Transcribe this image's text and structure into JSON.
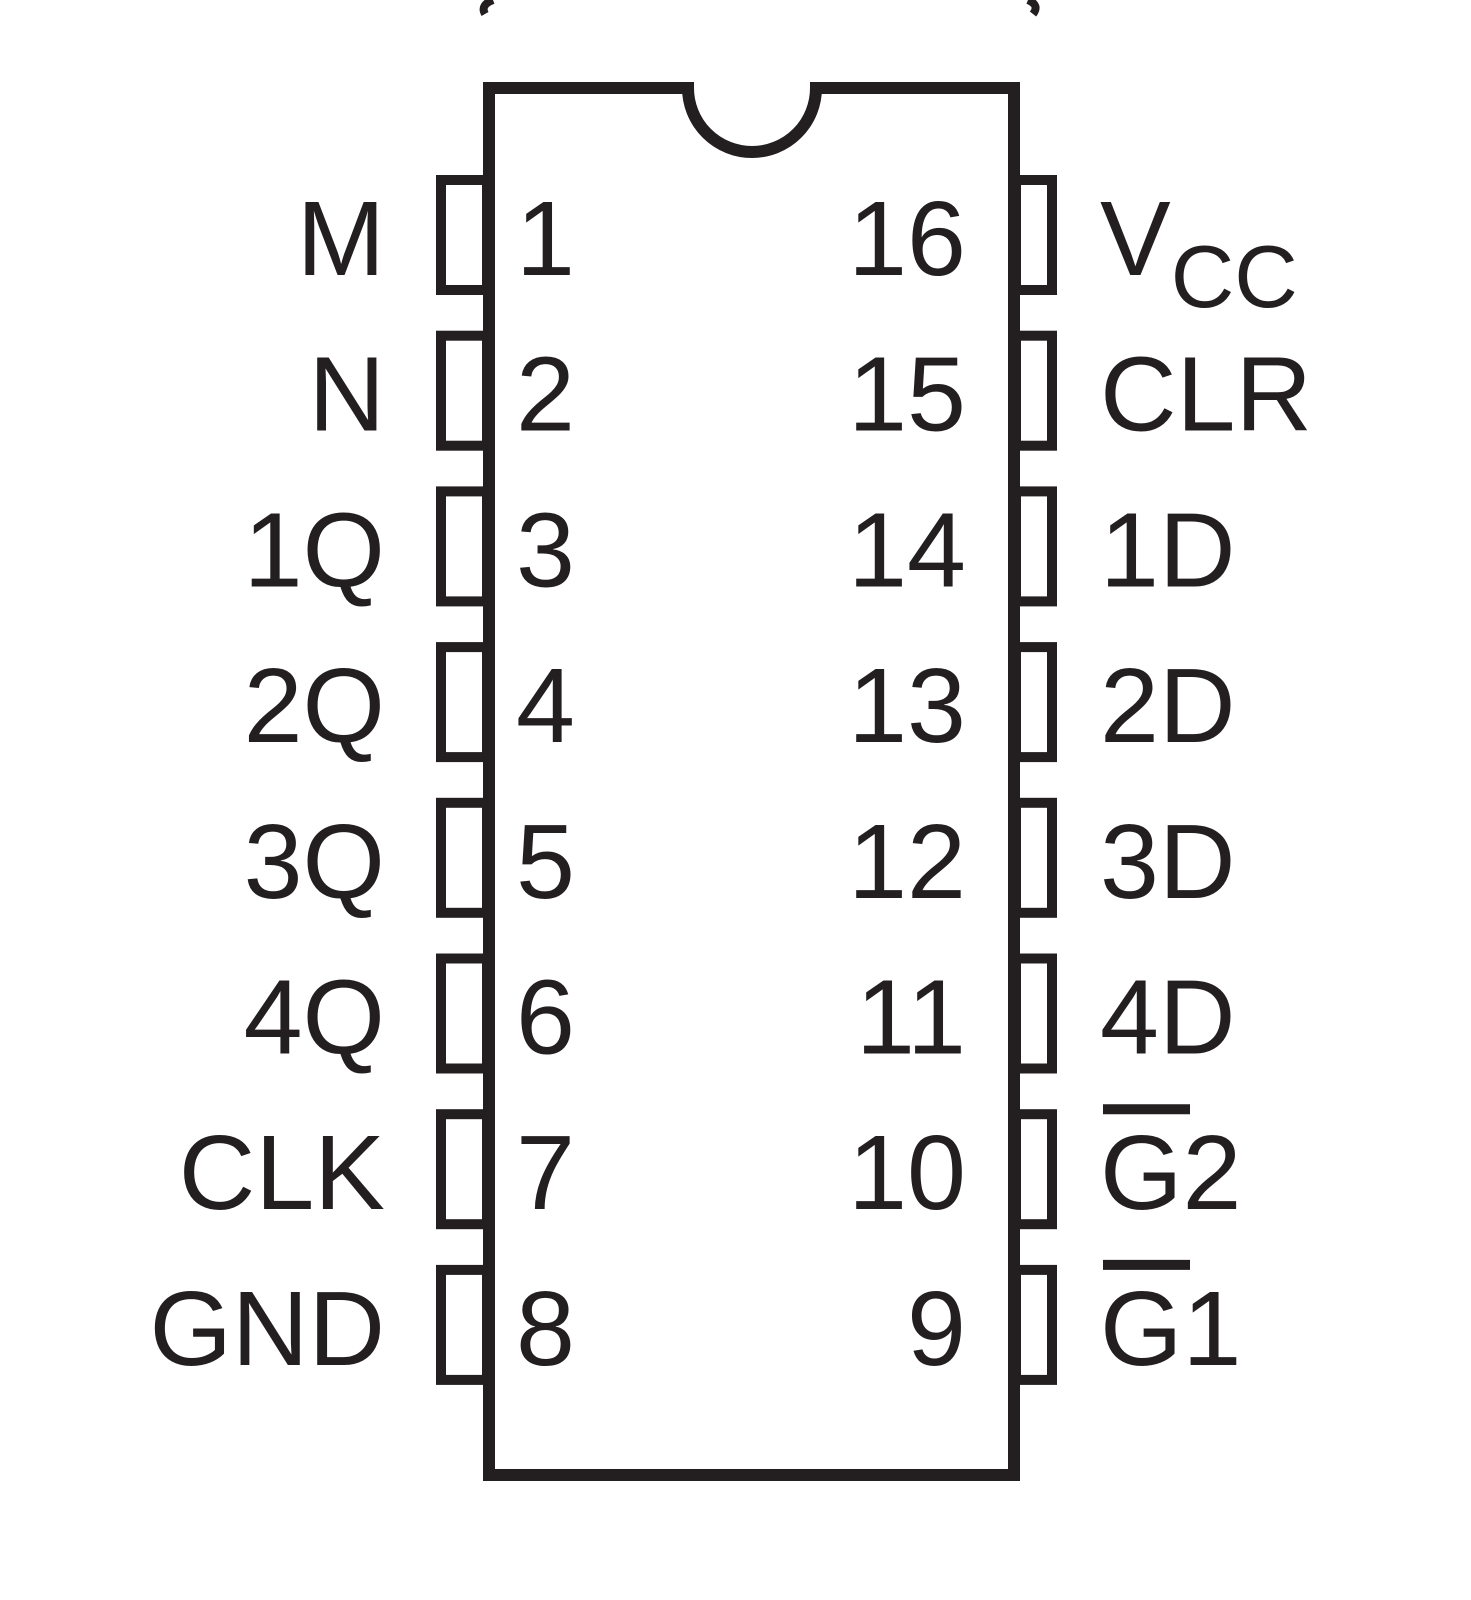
{
  "pins": {
    "left": [
      {
        "number": "1",
        "name": "M"
      },
      {
        "number": "2",
        "name": "N"
      },
      {
        "number": "3",
        "name": "1Q"
      },
      {
        "number": "4",
        "name": "2Q"
      },
      {
        "number": "5",
        "name": "3Q"
      },
      {
        "number": "6",
        "name": "4Q"
      },
      {
        "number": "7",
        "name": "CLK"
      },
      {
        "number": "8",
        "name": "GND"
      }
    ],
    "right": [
      {
        "number": "16",
        "name": "V",
        "subscript": "CC"
      },
      {
        "number": "15",
        "name": "CLR"
      },
      {
        "number": "14",
        "name": "1D"
      },
      {
        "number": "13",
        "name": "2D"
      },
      {
        "number": "12",
        "name": "3D"
      },
      {
        "number": "11",
        "name": "4D"
      },
      {
        "number": "10",
        "name": "G2",
        "overbar": "G"
      },
      {
        "number": "9",
        "name": "G1",
        "overbar": "G"
      }
    ]
  },
  "colors": {
    "line": "#231f20",
    "text": "#231f20",
    "background": "#ffffff"
  }
}
